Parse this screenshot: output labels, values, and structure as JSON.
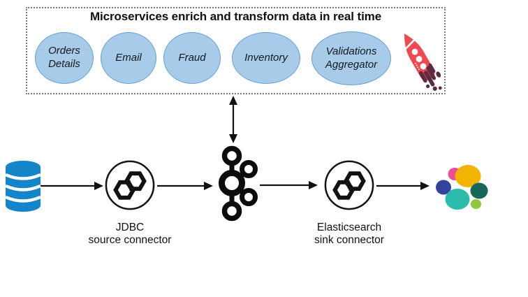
{
  "microservices": {
    "title": "Microservices enrich and transform data in real time",
    "items": [
      {
        "label": "Orders Details"
      },
      {
        "label": "Email"
      },
      {
        "label": "Fraud"
      },
      {
        "label": "Inventory"
      },
      {
        "label": "Validations Aggregator"
      }
    ]
  },
  "pipeline": {
    "source_database": {
      "icon": "database-icon"
    },
    "jdbc_connector": {
      "label": "JDBC\nsource connector",
      "icon": "kafka-connect-icon"
    },
    "kafka": {
      "icon": "kafka-icon"
    },
    "elasticsearch_connector": {
      "label": "Elasticsearch\nsink connector",
      "icon": "kafka-connect-icon"
    },
    "elasticsearch": {
      "icon": "elasticsearch-icon"
    },
    "decoration": {
      "icon": "rocket-icon"
    }
  },
  "colors": {
    "ellipse_fill": "#A7CBE9",
    "ellipse_border": "#64A0D2",
    "database_blue": "#1385C8",
    "rocket_red": "#EF4A50",
    "rocket_exhaust": "#5C2B41",
    "elastic_yellow": "#F2B303",
    "elastic_pink": "#EE4D97",
    "elastic_navy": "#34449C",
    "elastic_teal": "#2CBCAB",
    "elastic_dark_green": "#17685A",
    "elastic_light_green": "#8FC73E",
    "line_black": "#111111"
  }
}
